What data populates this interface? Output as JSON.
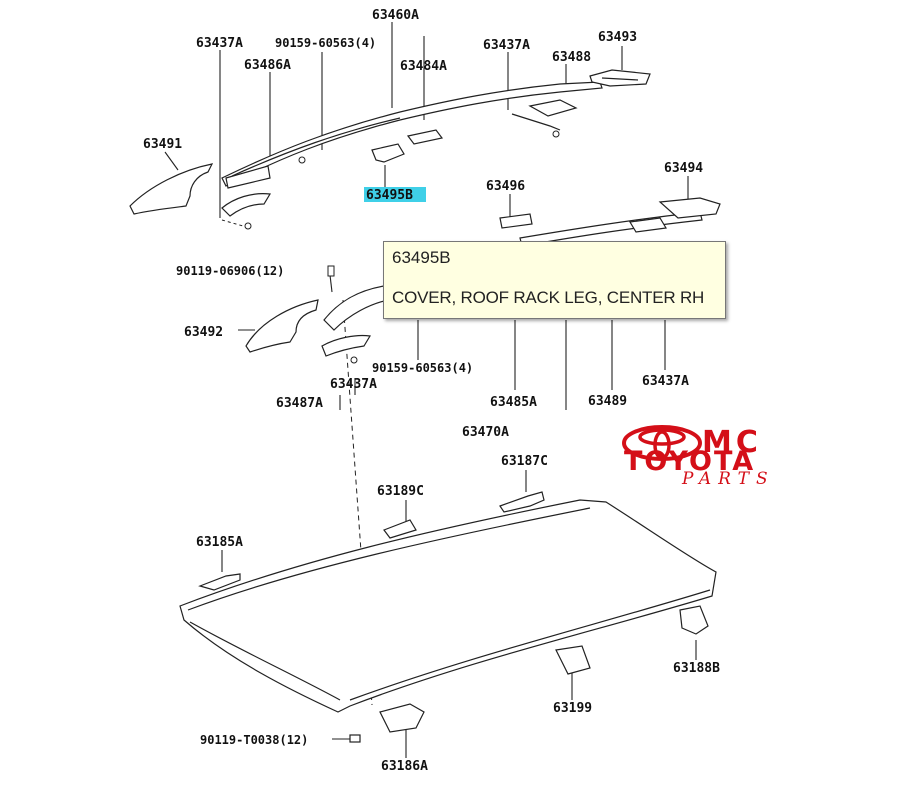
{
  "tooltip": {
    "part_number": "63495B",
    "description": "COVER, ROOF RACK LEG, CENTER RH"
  },
  "logo": {
    "mc": "MC",
    "brand": "TOYOTA",
    "sub": "PARTS",
    "color": "#d40f18"
  },
  "highlight_color": "#3fd0e8",
  "callouts": [
    {
      "id": "c_63437A_1",
      "text": "63437A"
    },
    {
      "id": "c_90159_1",
      "text": "90159-60563(4)"
    },
    {
      "id": "c_63460A",
      "text": "63460A"
    },
    {
      "id": "c_63486A",
      "text": "63486A"
    },
    {
      "id": "c_63484A",
      "text": "63484A"
    },
    {
      "id": "c_63437A_2",
      "text": "63437A"
    },
    {
      "id": "c_63488",
      "text": "63488"
    },
    {
      "id": "c_63493",
      "text": "63493"
    },
    {
      "id": "c_63491",
      "text": "63491"
    },
    {
      "id": "c_63495B",
      "text": "63495B"
    },
    {
      "id": "c_63496",
      "text": "63496"
    },
    {
      "id": "c_63494",
      "text": "63494"
    },
    {
      "id": "c_90119_06906",
      "text": "90119-06906(12)"
    },
    {
      "id": "c_63492",
      "text": "63492"
    },
    {
      "id": "c_90159_2",
      "text": "90159-60563(4)"
    },
    {
      "id": "c_63437A_3",
      "text": "63437A"
    },
    {
      "id": "c_63437A_4",
      "text": "63437A"
    },
    {
      "id": "c_63487A",
      "text": "63487A"
    },
    {
      "id": "c_63485A",
      "text": "63485A"
    },
    {
      "id": "c_63489",
      "text": "63489"
    },
    {
      "id": "c_63470A",
      "text": "63470A"
    },
    {
      "id": "c_63187C",
      "text": "63187C"
    },
    {
      "id": "c_63189C",
      "text": "63189C"
    },
    {
      "id": "c_63185A",
      "text": "63185A"
    },
    {
      "id": "c_63188B",
      "text": "63188B"
    },
    {
      "id": "c_63199",
      "text": "63199"
    },
    {
      "id": "c_90119_T0038",
      "text": "90119-T0038(12)"
    },
    {
      "id": "c_63186A",
      "text": "63186A"
    }
  ]
}
